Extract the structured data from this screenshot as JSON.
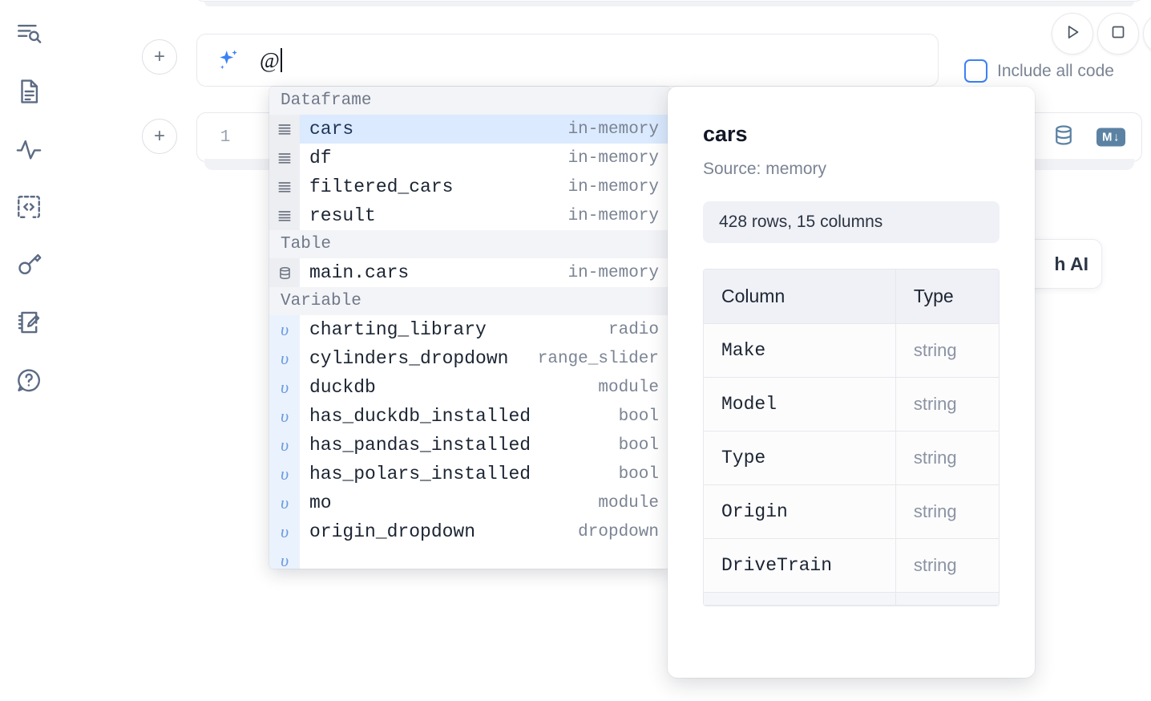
{
  "sidebar": {
    "items": [
      {
        "name": "file-explorer",
        "icon": "list-search-icon"
      },
      {
        "name": "notebook",
        "icon": "document-icon"
      },
      {
        "name": "variables",
        "icon": "activity-icon"
      },
      {
        "name": "dependencies",
        "icon": "code-brackets-icon"
      },
      {
        "name": "secrets",
        "icon": "key-icon"
      },
      {
        "name": "scratchpad",
        "icon": "notebook-pencil-icon"
      },
      {
        "name": "help",
        "icon": "question-chat-icon"
      }
    ]
  },
  "toolbar": {
    "run_label": "Run",
    "stop_label": "Stop",
    "more_label": "More",
    "include_all_code_label": "Include all code",
    "include_all_code_checked": false,
    "add_cell_label": "+"
  },
  "ai_cell": {
    "prompt_value": "@",
    "sparkle_icon": "sparkle-icon",
    "accent_color": "#3b82f6"
  },
  "code_cell": {
    "line_number": "1",
    "db_icon": "database-icon",
    "markdown_badge": "M",
    "markdown_arrow": "↓"
  },
  "ai_float_button": {
    "label": "h AI"
  },
  "completion": {
    "groups": [
      {
        "label": "Dataframe",
        "kind": "dataframe",
        "items": [
          {
            "name": "cars",
            "type": "in-memory",
            "selected": true
          },
          {
            "name": "df",
            "type": "in-memory",
            "selected": false
          },
          {
            "name": "filtered_cars",
            "type": "in-memory",
            "selected": false
          },
          {
            "name": "result",
            "type": "in-memory",
            "selected": false
          }
        ]
      },
      {
        "label": "Table",
        "kind": "table",
        "items": [
          {
            "name": "main.cars",
            "type": "in-memory",
            "selected": false
          }
        ]
      },
      {
        "label": "Variable",
        "kind": "variable",
        "items": [
          {
            "name": "charting_library",
            "type": "radio",
            "selected": false
          },
          {
            "name": "cylinders_dropdown",
            "type": "range_slider",
            "selected": false
          },
          {
            "name": "duckdb",
            "type": "module",
            "selected": false
          },
          {
            "name": "has_duckdb_installed",
            "type": "bool",
            "selected": false
          },
          {
            "name": "has_pandas_installed",
            "type": "bool",
            "selected": false
          },
          {
            "name": "has_polars_installed",
            "type": "bool",
            "selected": false
          },
          {
            "name": "mo",
            "type": "module",
            "selected": false
          },
          {
            "name": "origin_dropdown",
            "type": "dropdown",
            "selected": false
          }
        ]
      }
    ]
  },
  "preview": {
    "title": "cars",
    "source": "Source: memory",
    "shape": "428 rows, 15 columns",
    "table": {
      "headers": [
        "Column",
        "Type"
      ],
      "rows": [
        [
          "Make",
          "string"
        ],
        [
          "Model",
          "string"
        ],
        [
          "Type",
          "string"
        ],
        [
          "Origin",
          "string"
        ],
        [
          "DriveTrain",
          "string"
        ]
      ]
    }
  }
}
